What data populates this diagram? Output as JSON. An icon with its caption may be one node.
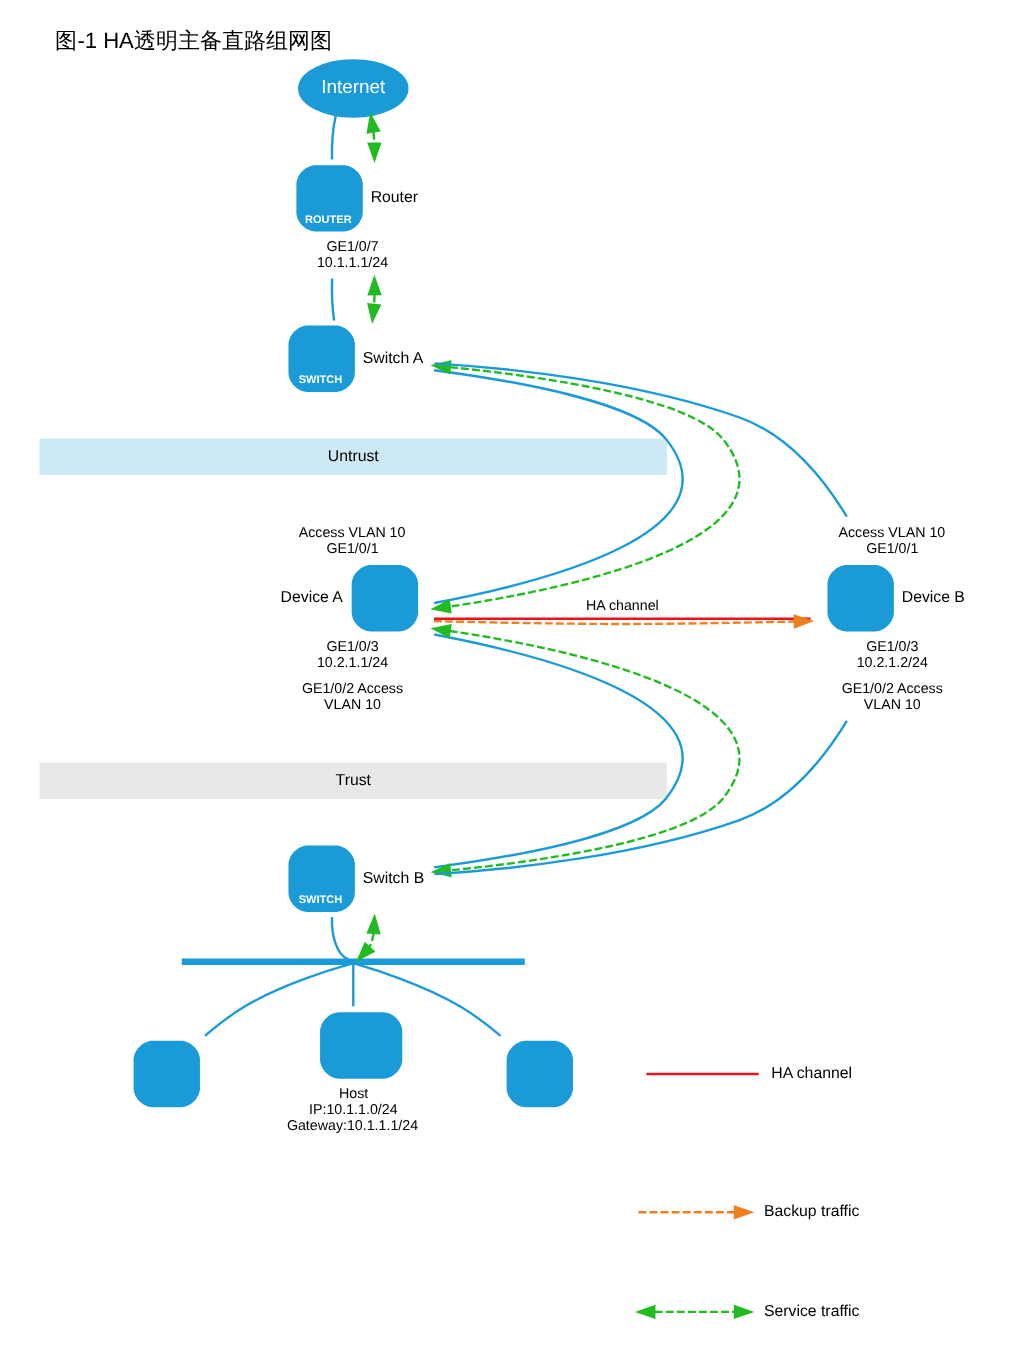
{
  "diagram": {
    "title": "图-1 HA透明主备直路组网图",
    "nodes": [
      {
        "text": [
          "Internet"
        ]
      },
      {
        "text": [
          "ROUTER",
          "Router"
        ],
        "beside": [
          "GE1/0/7 10.1.1.1/24"
        ]
      },
      {
        "text": [
          "SWITCH",
          "Switch A"
        ]
      },
      {
        "text": [
          "Untrust"
        ]
      },
      {
        "text": [
          "Device A"
        ],
        "beside": [
          "Access VLAN 10 GE1/0/1",
          "GE1/0/3 10.2.1.1/24",
          "GE1/0/2 Access VLAN 10"
        ]
      },
      {
        "text": [
          "Device B"
        ],
        "beside": [
          "Access VLAN 10 GE1/0/1",
          "GE1/0/3 10.2.1.2/24",
          "GE1/0/2 Access VLAN 10"
        ]
      },
      {
        "text": [
          "Trust"
        ]
      },
      {
        "text": [
          "SWITCH",
          "Switch B"
        ]
      },
      {
        "text": [],
        "shape": "bar"
      },
      {
        "text": [],
        "shape": "computer"
      },
      {
        "text": [],
        "shape": "computer",
        "beside": [
          "Host IP:10.1.1.0/24 Gateway:10.1.1.1/24"
        ]
      },
      {
        "text": [],
        "shape": "computer"
      }
    ],
    "edges": [
      {
        "from": 0,
        "to": 1,
        "arrow": "none"
      },
      {
        "from": 1,
        "to": 2,
        "arrow": "none"
      },
      {
        "from": 2,
        "to": 4,
        "arrow": "none"
      },
      {
        "from": 2,
        "to": 5,
        "arrow": "none"
      },
      {
        "from": 4,
        "to": 5,
        "arrow": "none",
        "label": "HA channel",
        "color": "#e8141b"
      },
      {
        "from": 4,
        "to": 7,
        "arrow": "none"
      },
      {
        "from": 5,
        "to": 7,
        "arrow": "none"
      },
      {
        "from": 7,
        "to": 8,
        "arrow": "none"
      },
      {
        "from": 8,
        "to": 9,
        "arrow": "none"
      },
      {
        "from": 8,
        "to": 10,
        "arrow": "none"
      },
      {
        "from": 8,
        "to": 11,
        "arrow": "none"
      },
      {
        "from": 0,
        "to": 1,
        "arrow": "both",
        "style": "dashed",
        "color": "#22bb22"
      },
      {
        "from": 1,
        "to": 2,
        "arrow": "both",
        "style": "dashed",
        "color": "#22bb22"
      },
      {
        "from": 2,
        "to": 4,
        "arrow": "both",
        "style": "dashed",
        "color": "#22bb22"
      },
      {
        "from": 4,
        "to": 7,
        "arrow": "both",
        "style": "dashed",
        "color": "#22bb22"
      },
      {
        "from": 7,
        "to": 8,
        "arrow": "both",
        "style": "dashed",
        "color": "#22bb22"
      },
      {
        "from": 4,
        "to": 5,
        "arrow": "to",
        "style": "dashed",
        "color": "#f07f1e"
      }
    ],
    "legend": [
      {
        "text": "HA channel"
      },
      {
        "text": "Backup traffic"
      },
      {
        "text": "Service traffic"
      }
    ]
  }
}
